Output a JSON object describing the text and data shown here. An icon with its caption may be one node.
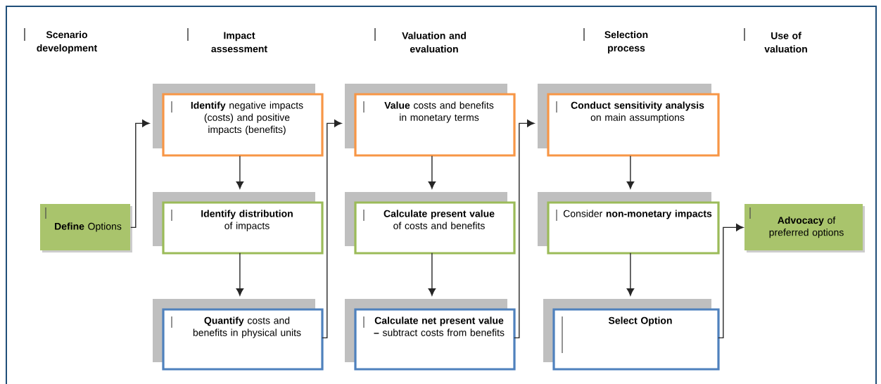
{
  "diagram": {
    "nodes": [
      {
        "text": [
          "**Define** Options"
        ]
      },
      {
        "text": [
          "**Identify** negative impacts (costs) and positive impacts (benefits)"
        ]
      },
      {
        "text": [
          "**Identify distribution** of impacts"
        ]
      },
      {
        "text": [
          "**Quantify** costs and benefits in physical units"
        ]
      },
      {
        "text": [
          "**Value** costs and benefits in monetary terms"
        ]
      },
      {
        "text": [
          "**Calculate present value** of costs and benefits"
        ]
      },
      {
        "text": [
          "**Calculate net present value –** subtract costs from benefits"
        ]
      },
      {
        "text": [
          "**Conduct sensitivity analysis** on main assumptions"
        ]
      },
      {
        "text": [
          "Consider **non-monetary impacts**"
        ]
      },
      {
        "text": [
          "Select Option"
        ]
      },
      {
        "text": [
          "**Advocacy** of preferred options"
        ]
      }
    ],
    "edges": [
      {
        "from": 0,
        "to": 1,
        "arrow": "to"
      },
      {
        "from": 1,
        "to": 2,
        "arrow": "to"
      },
      {
        "from": 2,
        "to": 3,
        "arrow": "to"
      },
      {
        "from": 3,
        "to": 4,
        "arrow": "to"
      },
      {
        "from": 4,
        "to": 5,
        "arrow": "to"
      },
      {
        "from": 5,
        "to": 6,
        "arrow": "to"
      },
      {
        "from": 6,
        "to": 7,
        "arrow": "to"
      },
      {
        "from": 7,
        "to": 8,
        "arrow": "to"
      },
      {
        "from": 8,
        "to": 9,
        "arrow": "to"
      },
      {
        "from": 9,
        "to": 10,
        "arrow": "to"
      }
    ],
    "labels": [
      "Scenario development",
      "Impact assessment",
      "Valuation and evaluation",
      "Selection process",
      "Use of valuation"
    ]
  }
}
